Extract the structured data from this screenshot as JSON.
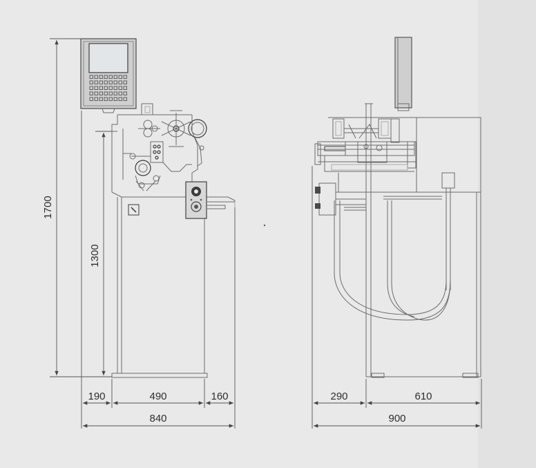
{
  "dimensions": {
    "total_height": "1700",
    "table_height": "1300",
    "front_left": "190",
    "front_body": "490",
    "front_right": "160",
    "front_total": "840",
    "side_left": "290",
    "side_body": "610",
    "side_total": "900"
  },
  "colors": {
    "background": "#e9e9e9",
    "line": "#6a6a6a",
    "dark": "#3a3a3a",
    "screen": "#e3e6e8"
  }
}
